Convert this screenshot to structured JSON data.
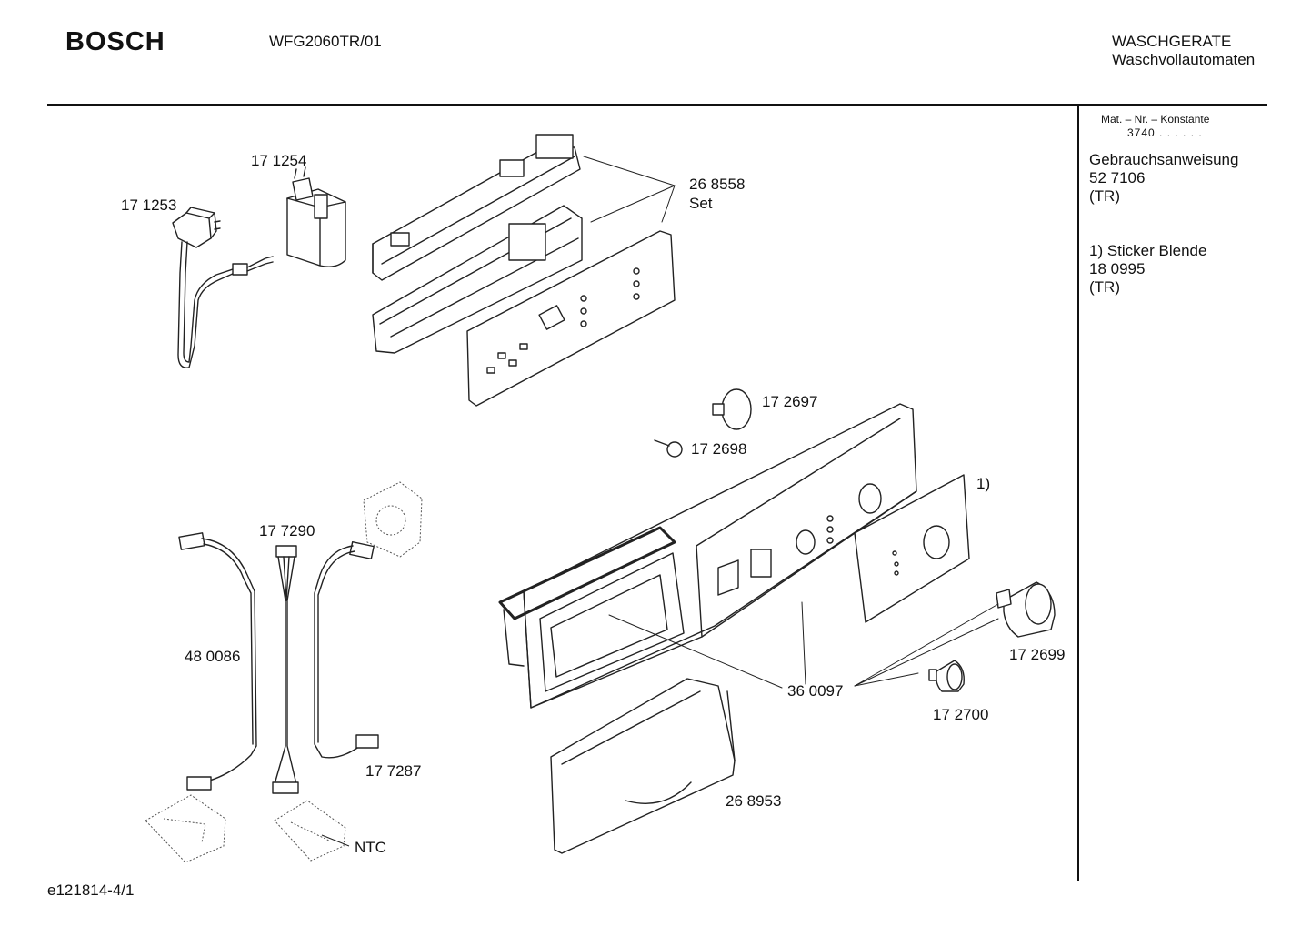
{
  "header": {
    "brand": "BOSCH",
    "model": "WFG2060TR/01",
    "category_line1": "WASCHGERATE",
    "category_line2": "Waschvollautomaten"
  },
  "sidebar": {
    "mat_label": "Mat. – Nr. – Konstante",
    "mat_value": "3740 . . . . . .",
    "manual_title": "Gebrauchsanweisung",
    "manual_number": "52 7106",
    "manual_lang": "(TR)",
    "note_title": "1) Sticker Blende",
    "note_number": "18 0995",
    "note_lang": "(TR)"
  },
  "parts": {
    "p171254": "17 1254",
    "p171253": "17 1253",
    "p268558": "26 8558",
    "p268558_set": "Set",
    "p172697": "17 2697",
    "p172698": "17 2698",
    "p_note1": "1)",
    "p177290": "17 7290",
    "p480086": "48 0086",
    "p177287": "17 7287",
    "p_ntc": "NTC",
    "p172699": "17 2699",
    "p360097": "36 0097",
    "p172700": "17 2700",
    "p268953": "26 8953"
  },
  "footer": {
    "drawing_id": "e121814-4/1"
  }
}
